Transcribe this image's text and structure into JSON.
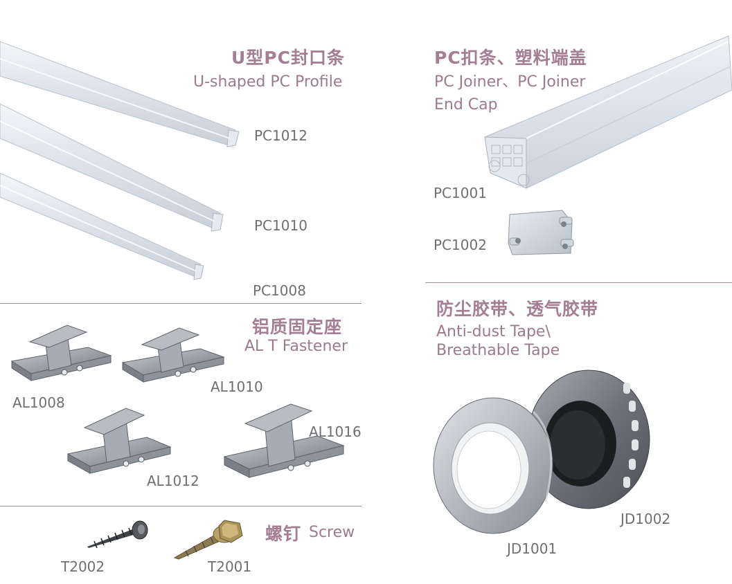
{
  "colors": {
    "accent_title": "#a47e92",
    "accent_subtitle": "#9d7a8d",
    "code_text": "#6f6f73",
    "divider": "#9a8e93"
  },
  "sections": {
    "u_profile": {
      "title_cn": "U型PC封口条",
      "title_en": "U-shaped PC Profile",
      "codes": [
        "PC1012",
        "PC1010",
        "PC1008"
      ]
    },
    "joiner": {
      "title_cn": "PC扣条、塑料端盖",
      "title_en_line1": "PC Joiner、PC Joiner",
      "title_en_line2": "End Cap",
      "codes": [
        "PC1001",
        "PC1002"
      ]
    },
    "fastener": {
      "title_cn": "铝质固定座",
      "title_en": "AL T Fastener",
      "codes": [
        "AL1008",
        "AL1010",
        "AL1012",
        "AL1016"
      ]
    },
    "tape": {
      "title_cn": "防尘胶带、透气胶带",
      "title_en_line1": "Anti-dust Tape\\",
      "title_en_line2": "Breathable Tape",
      "codes": [
        "JD1001",
        "JD1002"
      ]
    },
    "screw": {
      "title_cn": "螺钉",
      "title_en": "Screw",
      "codes": [
        "T2002",
        "T2001"
      ]
    }
  }
}
